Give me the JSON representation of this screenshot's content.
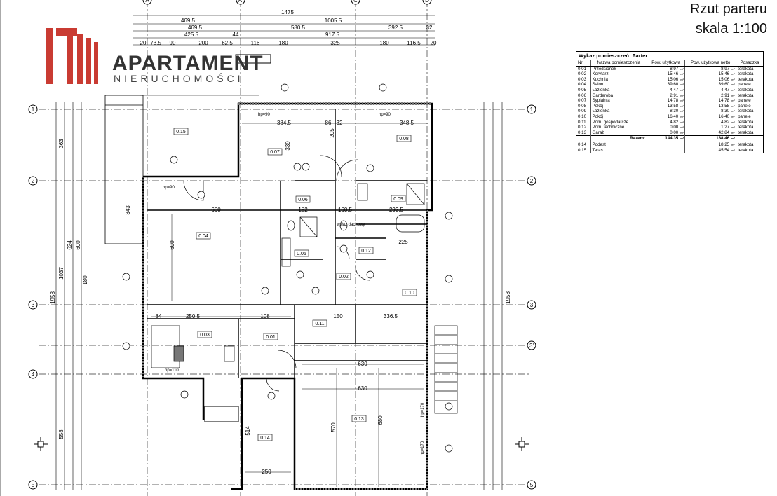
{
  "title": {
    "line1": "Rzut parteru",
    "line2": "skala 1:100"
  },
  "brand": {
    "name": "APARTAMENT",
    "subtitle": "NIERUCHOMOŚCI"
  },
  "table": {
    "caption": "Wykaz pomieszczeń: Parter",
    "headers": [
      "Nr",
      "Nazwa pomieszczenia",
      "Pow. użytkowa",
      "Pow. użytkowa netto",
      "Posadzka"
    ],
    "unit": "m²",
    "rows": [
      [
        "0.01",
        "Przedsionek",
        "8,97",
        "8,97",
        "terakota"
      ],
      [
        "0.02",
        "Korytarz",
        "15,46",
        "15,46",
        "terakota"
      ],
      [
        "0.03",
        "Kuchnia",
        "15,06",
        "15,06",
        "terakota"
      ],
      [
        "0.04",
        "Salon",
        "39,60",
        "39,60",
        "panele"
      ],
      [
        "0.05",
        "Łazienka",
        "4,47",
        "4,47",
        "terakota"
      ],
      [
        "0.06",
        "Garderoba",
        "2,91",
        "2,91",
        "terakota"
      ],
      [
        "0.07",
        "Sypialnia",
        "14,78",
        "14,78",
        "panele"
      ],
      [
        "0.08",
        "Pokój",
        "13,58",
        "13,58",
        "panele"
      ],
      [
        "0.09",
        "Łazienka",
        "8,30",
        "8,30",
        "terakota"
      ],
      [
        "0.10",
        "Pokój",
        "16,40",
        "16,40",
        "panele"
      ],
      [
        "0.11",
        "Pom. gospodarcze",
        "4,82",
        "4,82",
        "terakota"
      ],
      [
        "0.12",
        "Pom. techniczne",
        "0,00",
        "1,27",
        "terakota"
      ],
      [
        "0.13",
        "Garaż",
        "0,00",
        "42,84",
        "terakota"
      ]
    ],
    "total": {
      "label": "Razem:",
      "usable": "144,35",
      "net": "188,46"
    },
    "extra_rows": [
      [
        "0.14",
        "Podest",
        "",
        "18,25",
        "terakota"
      ],
      [
        "0.15",
        "Taras",
        "",
        "45,54",
        "terakota"
      ]
    ]
  },
  "grid_axes": {
    "columns": [
      "A",
      "A'",
      "C",
      "D"
    ],
    "rows": [
      "1",
      "2",
      "3",
      "3'",
      "4",
      "5"
    ]
  },
  "rooms": [
    "0.01",
    "0.02",
    "0.03",
    "0.04",
    "0.05",
    "0.06",
    "0.07",
    "0.08",
    "0.09",
    "0.10",
    "0.11",
    "0.12",
    "0.13",
    "0.14",
    "0.15"
  ],
  "dimensions": {
    "top_row1": [
      "1475"
    ],
    "top_row2": [
      "469.5",
      "1005.5"
    ],
    "top_row3": [
      "469.5",
      "580.5",
      "392.5",
      "32"
    ],
    "top_row4": [
      "425.5",
      "917.5",
      "44"
    ],
    "top_row5": [
      "20",
      "73.5",
      "90",
      "200",
      "62.5",
      "116",
      "180",
      "325",
      "180",
      "116.5",
      "20"
    ],
    "left_total": [
      "1958"
    ],
    "right_total": [
      "1958"
    ],
    "left_parts": [
      "363",
      "1037",
      "558"
    ],
    "interior": [
      "660",
      "600",
      "384.5",
      "348.5",
      "86",
      "32",
      "205",
      "339",
      "182",
      "160.5",
      "292.5",
      "225",
      "250.5",
      "336.5",
      "630",
      "570",
      "680",
      "514",
      "250",
      "84",
      "108",
      "150",
      "343",
      "624",
      "600",
      "180"
    ]
  },
  "labels": {
    "hp90": "hp=90",
    "hp110": "hp=110",
    "hp170": "hp=170",
    "wylaz": "wyłaz dachowy"
  }
}
